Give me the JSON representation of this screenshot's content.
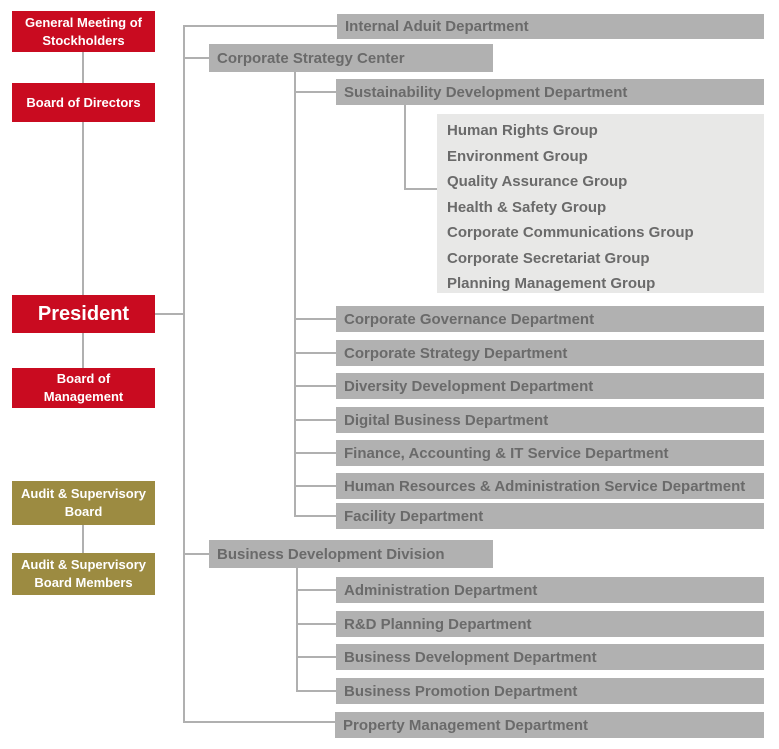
{
  "colors": {
    "red": "#c90b20",
    "olive": "#9c8b41",
    "box_gray": "#b1b1b1",
    "box_light": "#e8e8e7",
    "line": "#b0b0b0",
    "text_gray": "#6a6a6a",
    "text_white": "#ffffff"
  },
  "nodes": {
    "general_meeting": {
      "label": "General Meeting of\nStockholders"
    },
    "board_directors": {
      "label": "Board of Directors"
    },
    "president": {
      "label": "President"
    },
    "board_management": {
      "label": "Board of\nManagement"
    },
    "audit_board": {
      "label": "Audit & Supervisory\nBoard"
    },
    "audit_members": {
      "label": "Audit & Supervisory\nBoard Members"
    },
    "internal_audit": {
      "label": "Internal Aduit Department"
    },
    "strategy_center": {
      "label": "Corporate Strategy Center"
    },
    "sustainability": {
      "label": "Sustainability Development Department"
    },
    "sustainability_groups": [
      "Human Rights Group",
      "Environment Group",
      "Quality Assurance Group",
      "Health & Safety Group",
      "Corporate Communications Group",
      "Corporate Secretariat Group",
      "Planning Management Group"
    ],
    "center_departments": [
      "Corporate Governance Department",
      "Corporate Strategy Department",
      "Diversity Development Department",
      "Digital Business Department",
      "Finance, Accounting & IT Service Department",
      "Human Resources & Administration Service Department",
      "Facility Department"
    ],
    "business_division": {
      "label": "Business Development Division"
    },
    "division_departments": [
      "Administration Department",
      "R&D Planning Department",
      "Business Development Department",
      "Business Promotion Department"
    ],
    "property": {
      "label": "Property Management Department"
    }
  }
}
